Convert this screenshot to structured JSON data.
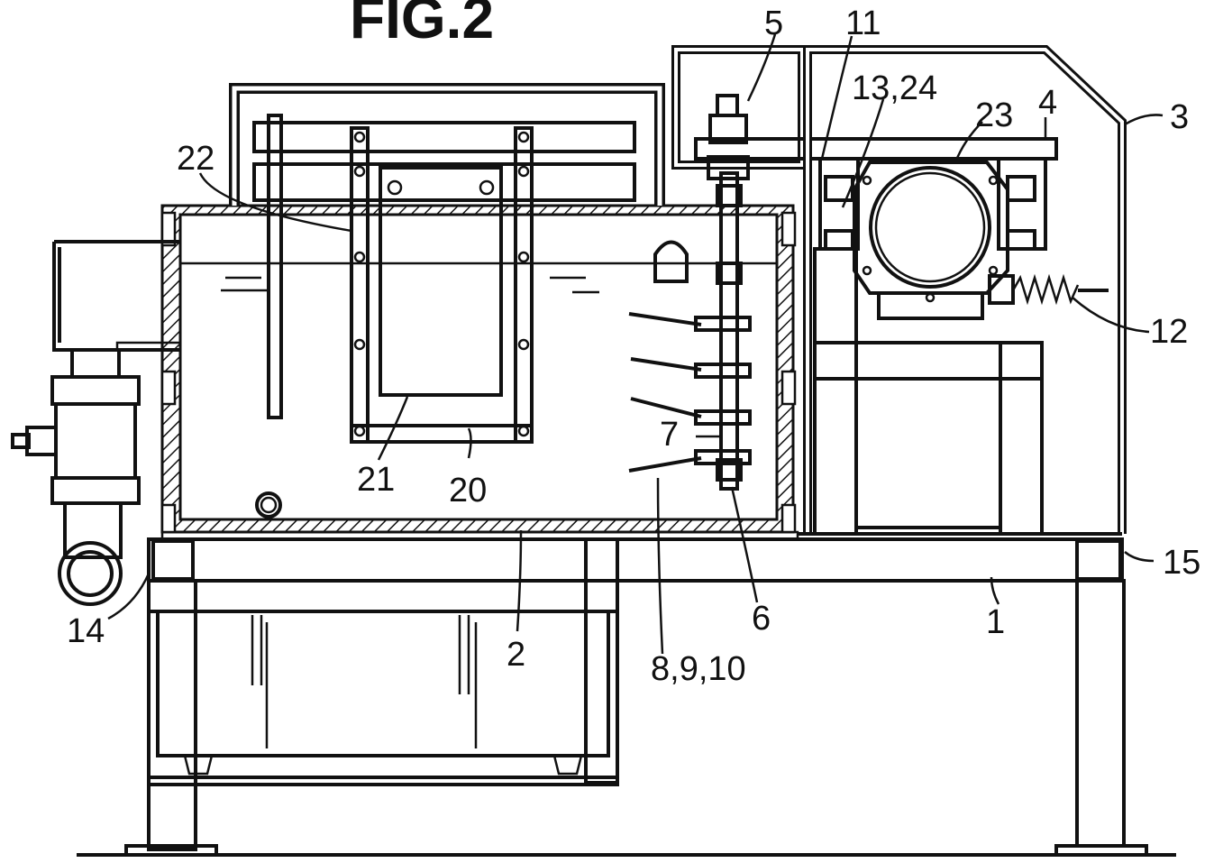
{
  "figure_title": "FIG.2",
  "labels": {
    "l1": "1",
    "l2": "2",
    "l3": "3",
    "l4": "4",
    "l5": "5",
    "l6": "6",
    "l7": "7",
    "l8_9_10": "8,9,10",
    "l11": "11",
    "l12": "12",
    "l13_24": "13,24",
    "l14": "14",
    "l15": "15",
    "l20": "20",
    "l21": "21",
    "l22": "22",
    "l23": "23"
  }
}
